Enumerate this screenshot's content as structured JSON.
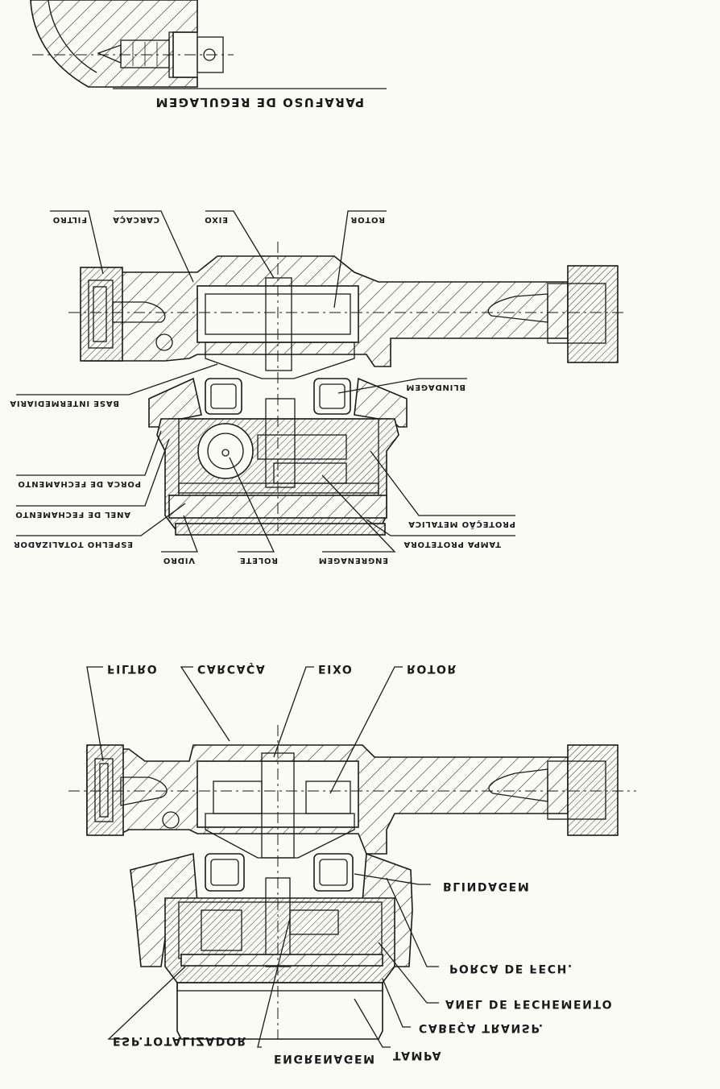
{
  "top_detail": {
    "label": "PARAFUSO DE REGULAGEM"
  },
  "middle_view": {
    "labels": {
      "filtro": "FILTRO",
      "carcaca": "CARCAÇA",
      "eixo": "EIXO",
      "rotor": "ROTOR",
      "base_intermediaria": "BASE INTERMEDIARIA",
      "blindagem": "BLINDAGEM",
      "porca_fechamento": "PORCA DE FECHAMENTO",
      "anel_fechamento": "ANEL DE FECHAMENTO",
      "espelho_totalizador": "ESPELHO TOTALIZADOR",
      "protecao_metalica": "PROTEÇÃO METALICA",
      "tampa_protetora": "TAMPA PROTETORA",
      "vidro": "VIDRO",
      "rolete": "ROLETE",
      "engrenagem": "ENGRENAGEM"
    }
  },
  "bottom_view": {
    "labels": {
      "filtro": "FILTRO",
      "carcaca": "CARCAÇA",
      "eixo": "EIXO",
      "rotor": "ROTOR",
      "blindagem": "BLINDAGEM",
      "porca_fech": "PORCA DE FECH.",
      "anel_fechemento": "ANEL DE FECHEMENTO",
      "cabeca_transp": "CABEÇA TRANSP.",
      "esp_totalizador": "ESP.TOTALIZADOR",
      "engrenagem": "ENGRENAGEM",
      "tampa": "TAMPA"
    }
  }
}
